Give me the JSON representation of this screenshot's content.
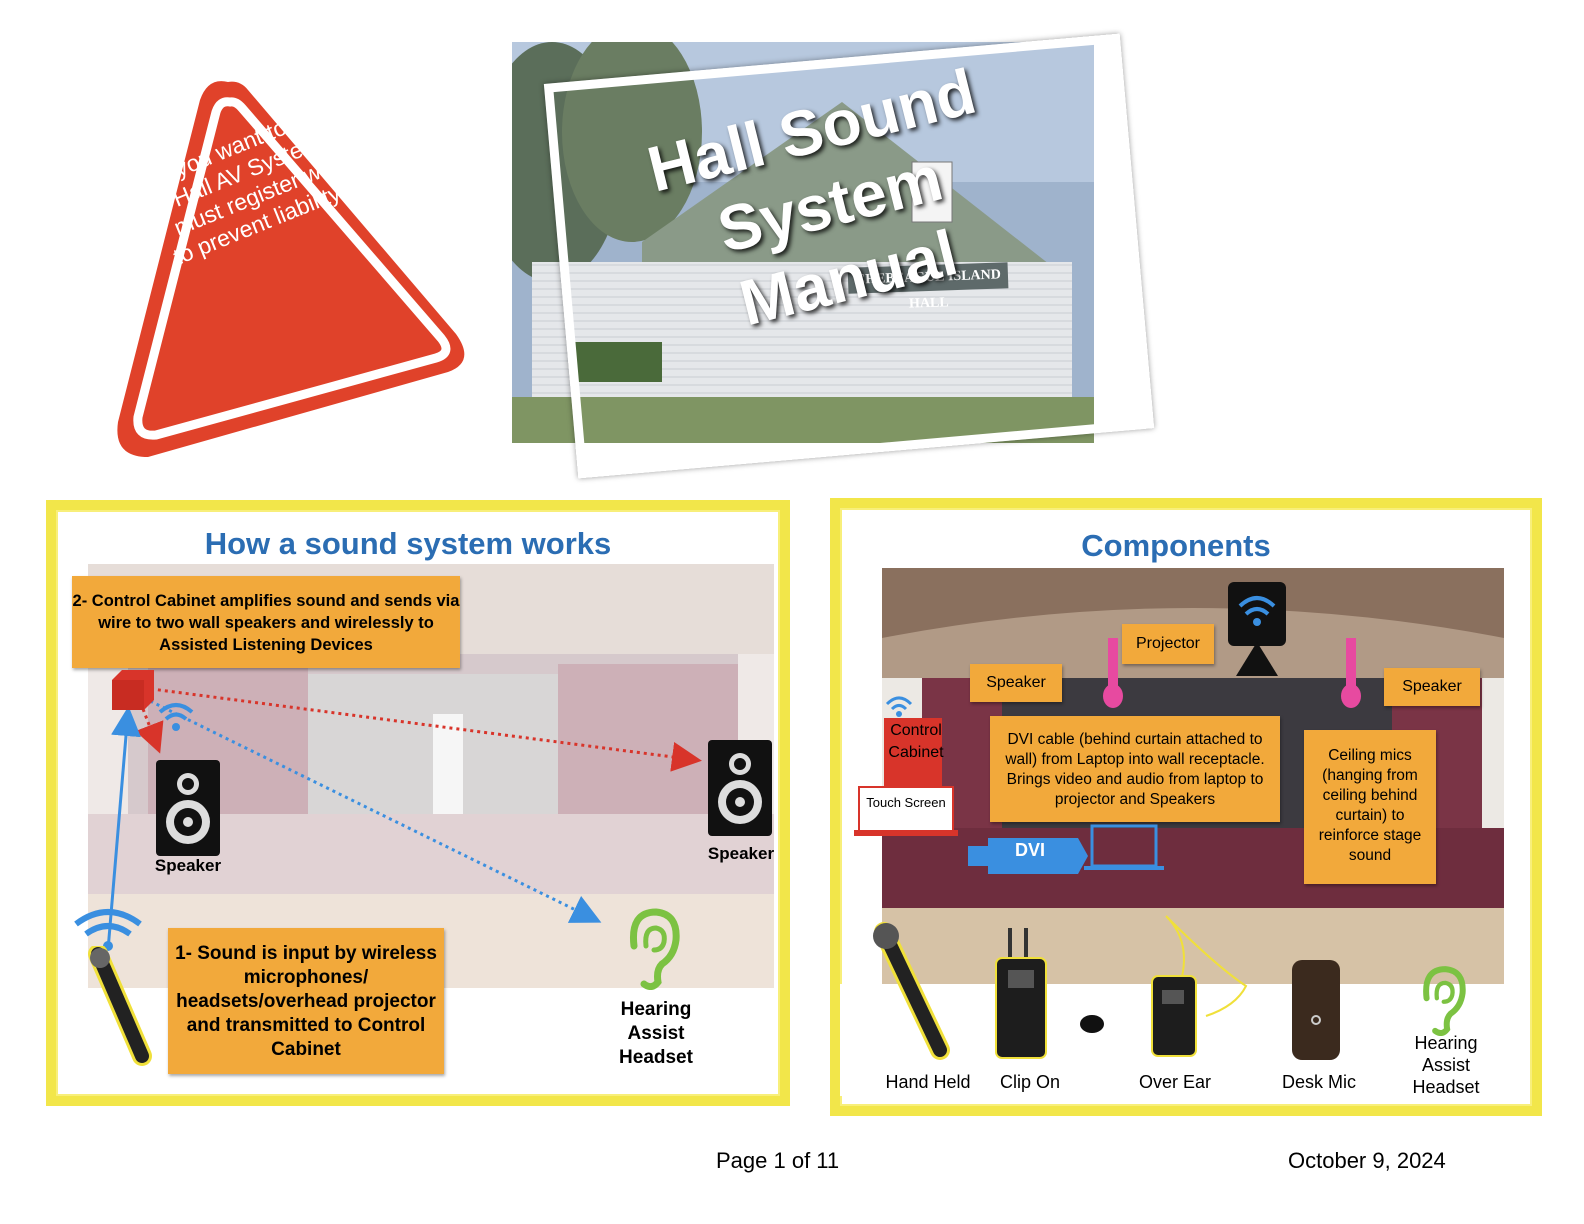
{
  "warning": {
    "text": "If you want to use the Hall AV System, you must register with Hall to prevent liability issues",
    "color": "#e0422a"
  },
  "title": {
    "heading": "Hall Sound System Manual",
    "sign": "CHEBEAGUE ISLAND HALL"
  },
  "left_panel": {
    "title": "How a sound system works",
    "step2": "2- Control Cabinet amplifies sound and sends via wire to two wall speakers and wirelessly to Assisted Listening Devices",
    "step1": "1- Sound is input by wireless microphones/ headsets/overhead projector and transmitted to Control Cabinet",
    "speaker_left": "Speaker",
    "speaker_right": "Speaker",
    "hearing": "Hearing Assist Headset"
  },
  "right_panel": {
    "title": "Components",
    "projector": "Projector",
    "speaker_left": "Speaker",
    "speaker_right": "Speaker",
    "control_cabinet": "Control Cabinet",
    "touch_screen": "Touch Screen",
    "dvi_note": "DVI cable (behind curtain attached to wall) from Laptop into wall receptacle. Brings video and audio from laptop to projector and Speakers",
    "dvi": "DVI",
    "ceiling_note": "Ceiling mics (hanging from ceiling behind curtain) to reinforce stage sound",
    "mics": [
      "Hand Held",
      "Clip On",
      "Over Ear",
      "Desk Mic"
    ],
    "hearing": "Hearing Assist Headset"
  },
  "footer": {
    "page": "Page 1 of 11",
    "date": "October 9, 2024"
  },
  "colors": {
    "accent_blue": "#2b6db3",
    "note_orange": "#f2a93b",
    "frame_yellow": "#f2e64a",
    "wifi_blue": "#3a8fe0",
    "arrow_red": "#d8342a"
  }
}
